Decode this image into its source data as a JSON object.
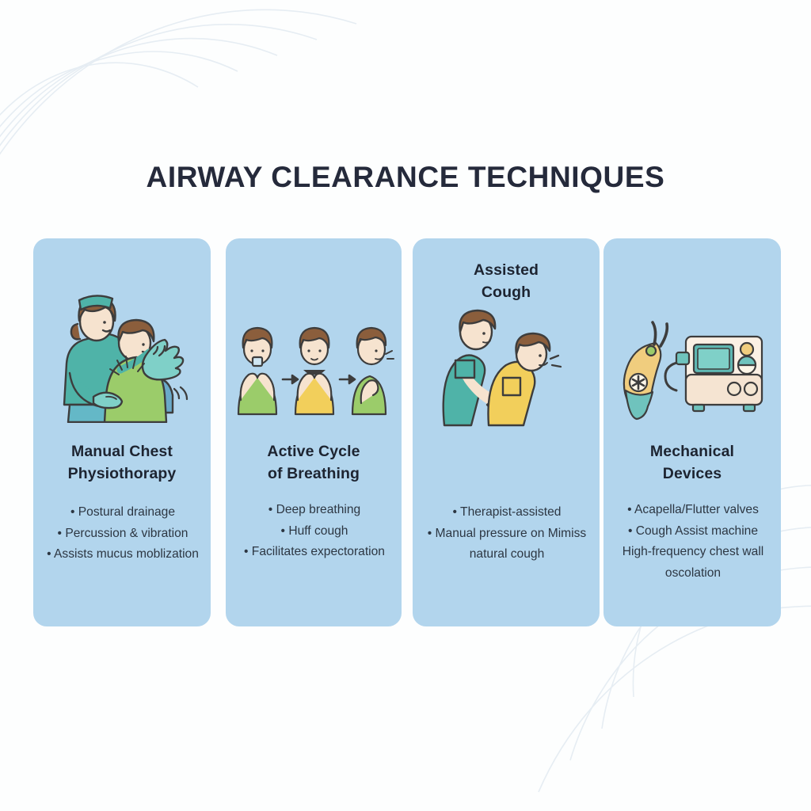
{
  "page": {
    "title": "AIRWAY CLEARANCE TECHNIQUES",
    "background_color": "#fdfefe",
    "card_color": "#b2d5ed",
    "title_color": "#252a3b",
    "body_text_color": "#2c3642"
  },
  "cards": [
    {
      "id": "manual-chest-physiotherapy",
      "title": "Manual Chest Physiothorapy",
      "title_lines": [
        "Manual Chest",
        "Physiothorapy"
      ],
      "title_position": "middle",
      "illustration": "nurse-percussion-on-patient",
      "bullets": [
        "• Postural drainage",
        "• Percussion & vibration",
        "• Assists mucus moblization"
      ]
    },
    {
      "id": "active-cycle-of-breathing",
      "title": "Active Cycle of Breathing",
      "title_lines": [
        "Active Cycle",
        "of Breathing"
      ],
      "title_position": "middle",
      "illustration": "three-step-breathing-sequence",
      "bullets": [
        "• Deep breathing",
        "• Huff cough",
        "• Facilitates expectoration"
      ]
    },
    {
      "id": "assisted-cough",
      "title": "Assisted Cough",
      "title_lines": [
        "Assisted",
        "Cough"
      ],
      "title_position": "top",
      "illustration": "therapist-assisting-cough",
      "bullets": [
        "• Therapist-assisted",
        "• Manual pressure on Mimiss natural cough"
      ]
    },
    {
      "id": "mechanical-devices",
      "title": "Mechanical Devices",
      "title_lines": [
        "Mechanical",
        "Devices"
      ],
      "title_position": "middle",
      "illustration": "flutter-valve-and-cough-assist-machine",
      "bullets": [
        "• Acapella/Flutter valves",
        "• Cough Assist machine",
        "High-frequency chest wall oscolation"
      ]
    }
  ]
}
